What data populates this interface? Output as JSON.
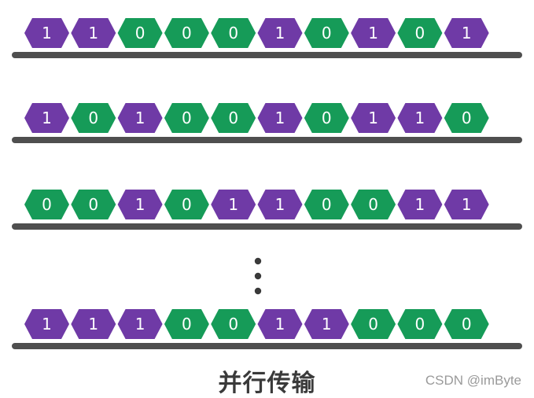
{
  "colors": {
    "one": "#6f3aa6",
    "zero": "#169b58",
    "line": "#4f4f4f",
    "text": "#ffffff"
  },
  "rows": [
    {
      "bits": [
        "1",
        "1",
        "0",
        "0",
        "0",
        "1",
        "0",
        "1",
        "0",
        "1"
      ]
    },
    {
      "bits": [
        "1",
        "0",
        "1",
        "0",
        "0",
        "1",
        "0",
        "1",
        "1",
        "0"
      ]
    },
    {
      "bits": [
        "0",
        "0",
        "1",
        "0",
        "1",
        "1",
        "0",
        "0",
        "1",
        "1"
      ]
    },
    {
      "bits": [
        "1",
        "1",
        "1",
        "0",
        "0",
        "1",
        "1",
        "0",
        "0",
        "0"
      ]
    }
  ],
  "caption": "并行传输",
  "watermark": "CSDN @imByte"
}
